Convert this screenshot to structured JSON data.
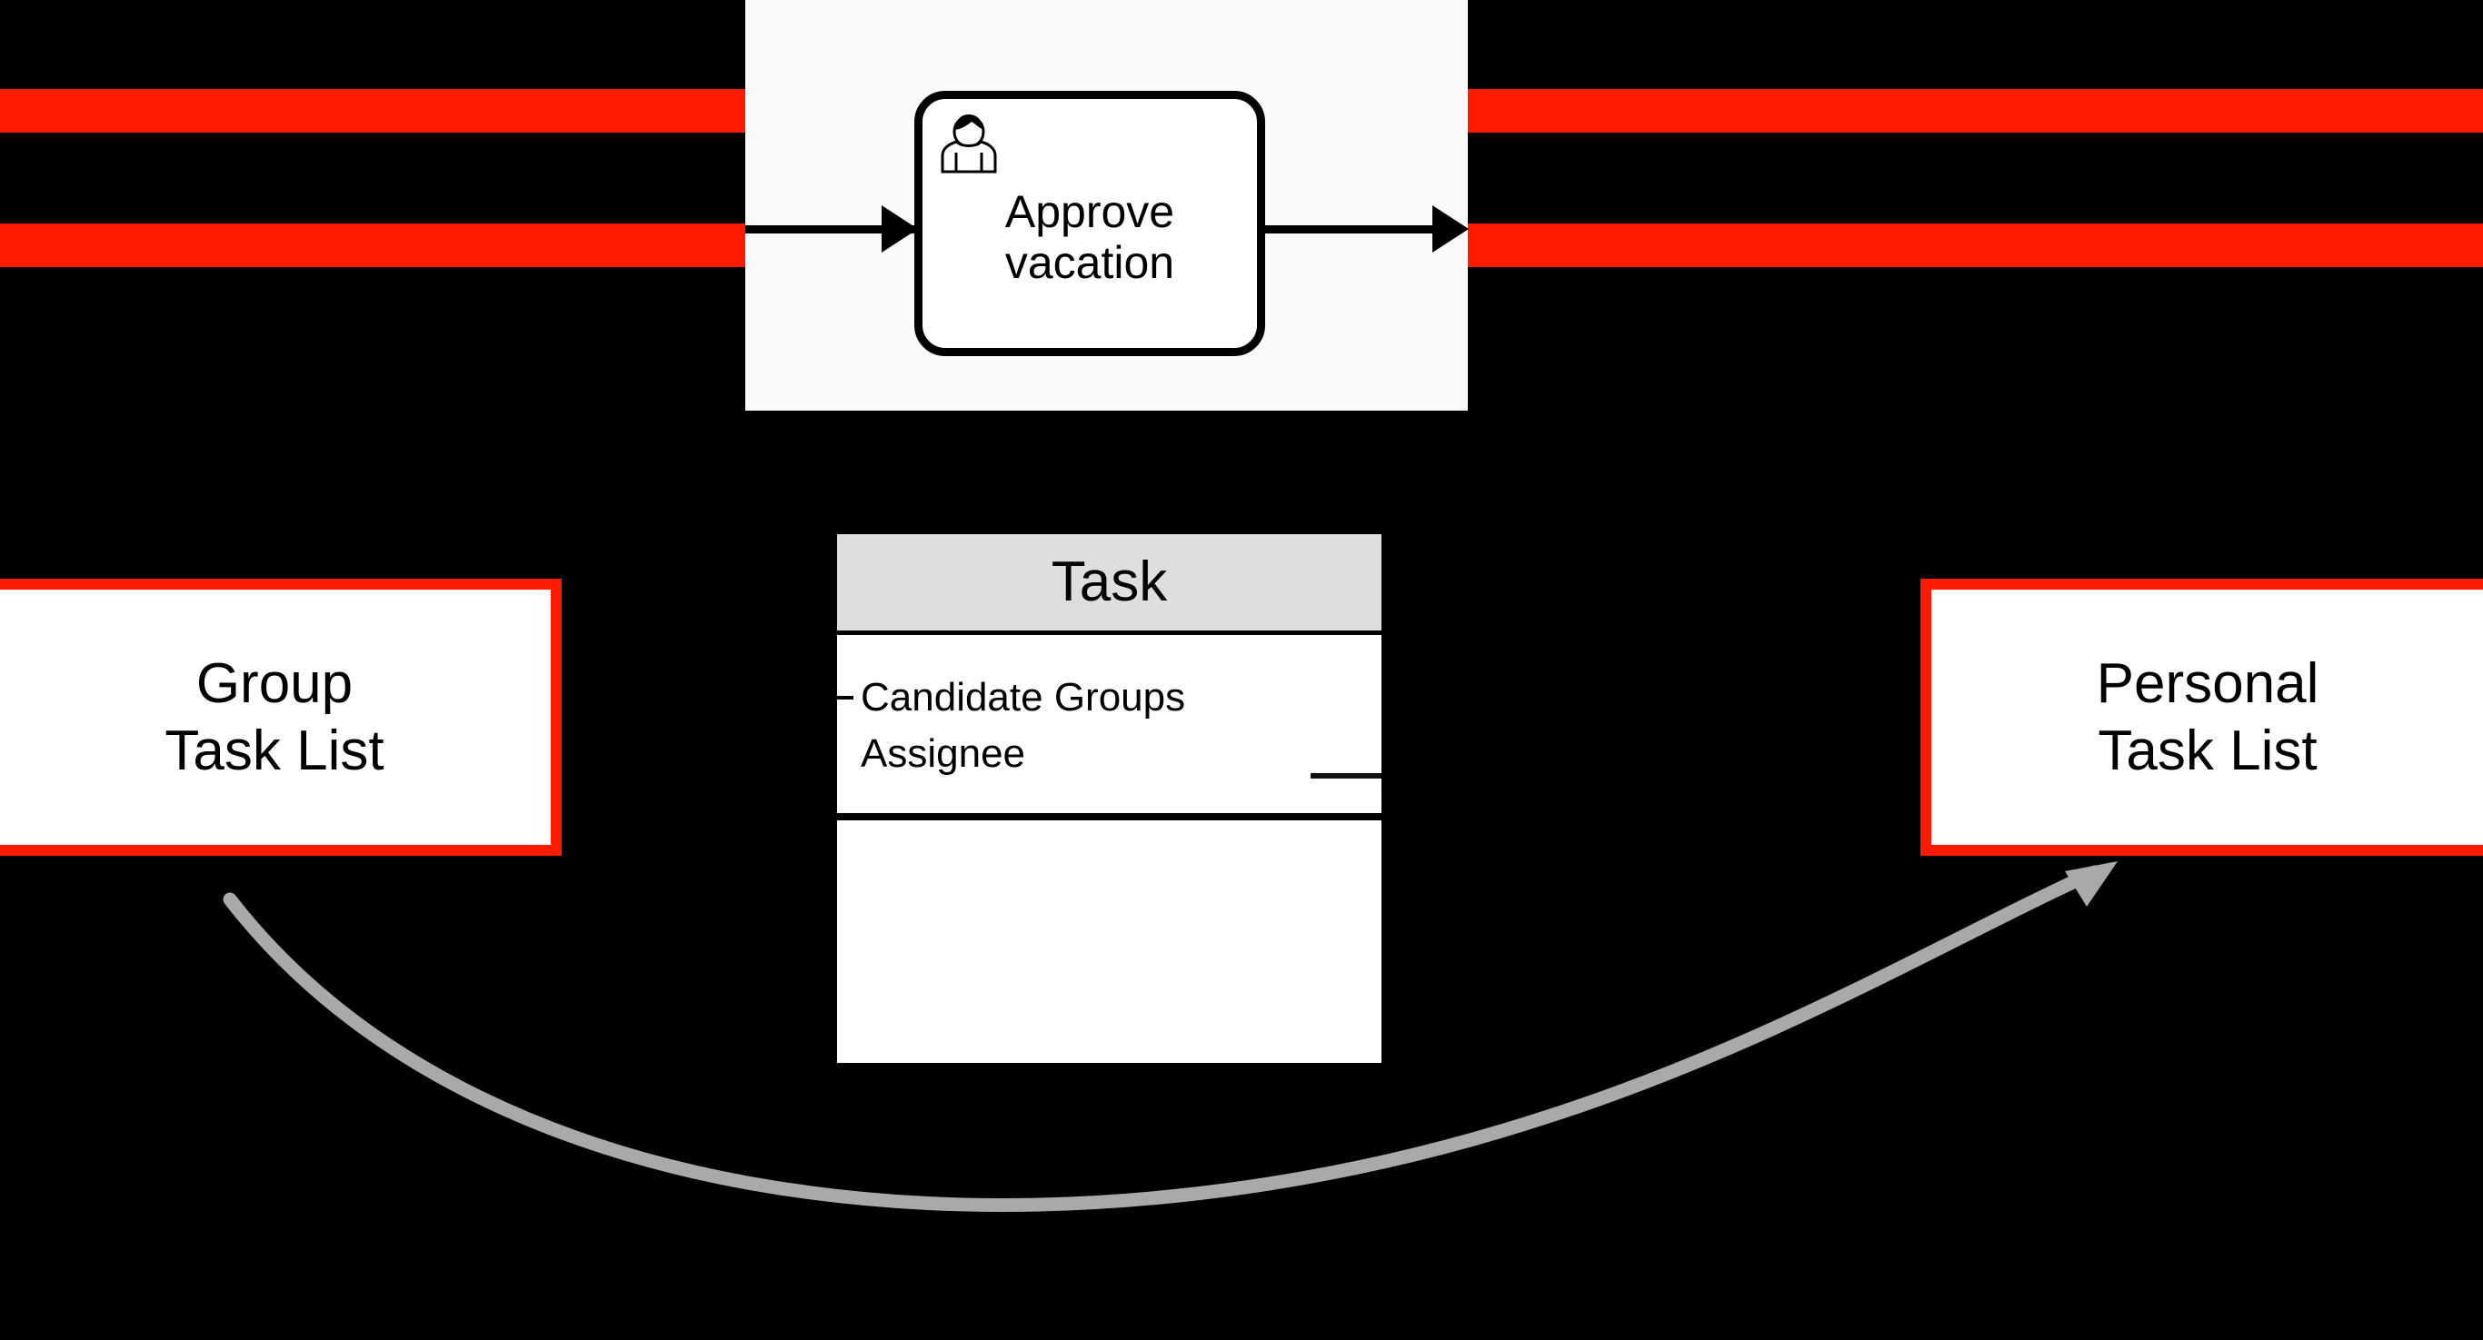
{
  "diagram": {
    "background_color": "#000000",
    "accent_red": "#ff1a00",
    "accent_gray": "#a9a9a9",
    "header_fill": "#dedede"
  },
  "bpmn": {
    "container_fill": "#fafafa",
    "user_task": {
      "label": "Approve\nvacation",
      "icon": "user-icon"
    },
    "incoming_flow": "sequence-flow-in",
    "outgoing_flow": "sequence-flow-out"
  },
  "relations": {
    "down_arrow": "red-arrow-down",
    "up_arrow": "red-arrow-up",
    "curved_arrow": "group-to-personal-curve"
  },
  "task_class": {
    "title": "Task",
    "attributes": [
      {
        "visibility": "-",
        "name": "Candidate Groups"
      },
      {
        "visibility": "",
        "name": "Assignee"
      }
    ],
    "operations": []
  },
  "task_lists": [
    {
      "id": "group-task-list",
      "label": "Group\nTask List"
    },
    {
      "id": "personal-task-list",
      "label": "Personal\nTask List"
    }
  ]
}
